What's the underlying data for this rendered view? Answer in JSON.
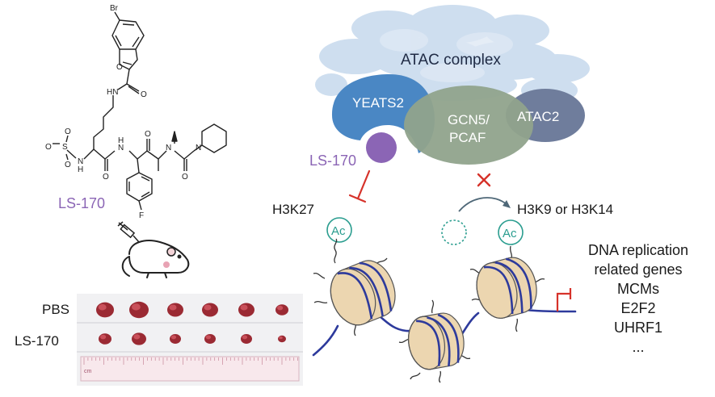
{
  "molecule": {
    "name": "LS-170",
    "atom_br": "Br",
    "atom_hn": "HN",
    "atom_o_ring": "O",
    "atom_o_amide1": "O",
    "atom_s": "S",
    "atom_o_s1": "O",
    "atom_o_s2": "O",
    "atom_nh1": "N",
    "atom_h1": "H",
    "atom_o_amide2": "O",
    "atom_nh2": "N",
    "atom_h2": "H",
    "atom_o_amide3": "O",
    "atom_n_methyl": "N",
    "atom_o_amide4": "O",
    "atom_n_pip": "N",
    "atom_f": "F"
  },
  "tumor_panel": {
    "row1_label": "PBS",
    "row2_label": "LS-170",
    "ruler_unit": "cm"
  },
  "complex": {
    "title": "ATAC complex",
    "yeats2": "YEATS2",
    "gcn5_line1": "GCN5/",
    "gcn5_line2": "PCAF",
    "atac2": "ATAC2",
    "inhibitor": "LS-170"
  },
  "histone": {
    "h3k27": "H3K27",
    "h3k9": "H3K9 or H3K14",
    "ac1": "Ac",
    "ac2": "Ac"
  },
  "genes": {
    "line1": "DNA replication",
    "line2": "related genes",
    "line3": "MCMs",
    "line4": "E2F2",
    "line5": "UHRF1",
    "line6": "..."
  },
  "colors": {
    "yeats2": "#4a87c4",
    "gcn5": "#90a38c",
    "atac2": "#6f7d9c",
    "cloud": "#c9dbee",
    "ls170": "#8b65b5",
    "inhibit": "#d6322a",
    "acetyl": "#2a9d8f",
    "dna": "#2d3a9c",
    "nucleosome": "#ecd6b0"
  }
}
